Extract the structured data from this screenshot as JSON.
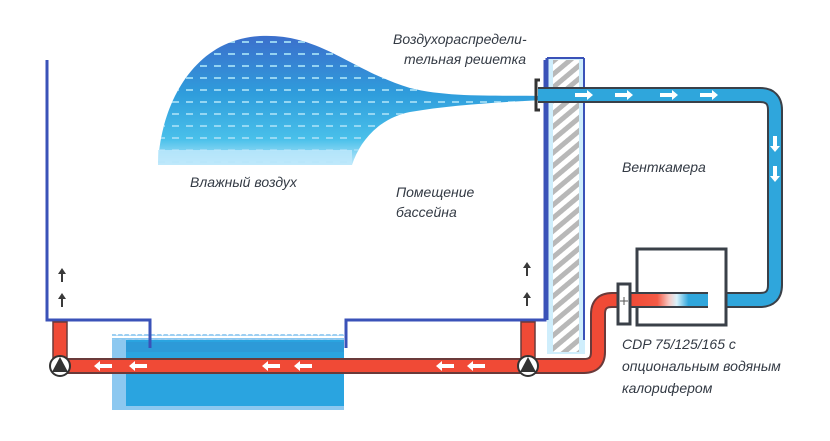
{
  "diagram": {
    "title": "Pool dehumidification with CDP unit",
    "labels": {
      "air_distributor_line1": "Воздухораспредели-",
      "air_distributor_line2": "тельная решетка",
      "humid_air": "Влажный воздух",
      "pool_room_line1": "Помещение",
      "pool_room_line2": "бассейна",
      "vent_chamber": "Венткамера",
      "unit_line1": "CDP 75/125/165 с",
      "unit_line2": "опциональным водяным",
      "unit_line3": "калорифером"
    },
    "colors": {
      "wall": "#3a52b8",
      "hot_pipe": "#f04a36",
      "cold_duct": "#2fa6dc",
      "water": "#2aa4e0",
      "water_light": "#8cc8f0",
      "cloud_dark": "#3d7fcf",
      "cloud_light": "#bfe8fb",
      "duct_outline": "#3a4048",
      "hatch": "#b5b5b5",
      "text": "#333a44"
    },
    "flow_directions": {
      "supply_duct": "right-then-down",
      "warm_air_pipe": "left",
      "room_inlets": "up"
    }
  }
}
